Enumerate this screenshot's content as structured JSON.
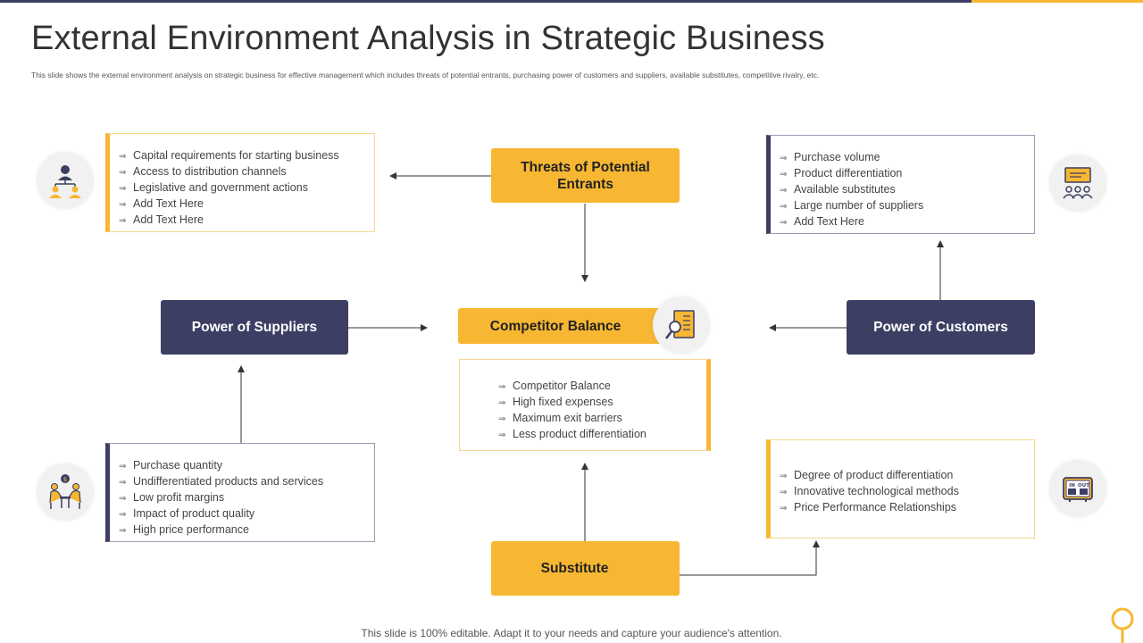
{
  "header": {
    "title": "External Environment Analysis in Strategic Business",
    "subtitle": "This slide shows the external environment analysis on strategic business for effective management which includes threats of potential entrants, purchasing power of customers and suppliers, available substitutes, competitive rivalry, etc."
  },
  "nodes": {
    "threats": "Threats of Potential Entrants",
    "competitor": "Competitor Balance",
    "suppliers": "Power of Suppliers",
    "customers": "Power of Customers",
    "substitute": "Substitute"
  },
  "lists": {
    "threats": [
      "Capital requirements for starting business",
      "Access to distribution channels",
      "Legislative and government  actions",
      "Add Text Here",
      "Add Text Here"
    ],
    "customers": [
      "Purchase volume",
      "Product differentiation",
      "Available substitutes",
      "Large number of suppliers",
      "Add Text Here"
    ],
    "competitor": [
      "Competitor Balance",
      "High fixed expenses",
      "Maximum exit barriers",
      "Less product differentiation"
    ],
    "suppliers": [
      "Purchase quantity",
      "Undifferentiated  products and services",
      "Low profit margins",
      "Impact of product quality",
      "High price performance"
    ],
    "substitute": [
      "Degree of product differentiation",
      "Innovative  technological methods",
      "Price Performance Relationships"
    ]
  },
  "bullet_glyph": "⇒",
  "icons": {
    "threats": "hierarchy-people-icon",
    "customers": "presentation-audience-icon",
    "competitor": "magnifier-document-icon",
    "suppliers": "negotiation-people-icon",
    "substitute": "in-out-counter-icon"
  },
  "colors": {
    "navy": "#3c3f63",
    "gold": "#f7b733"
  },
  "footer": "This slide is 100% editable. Adapt it to your needs and capture your audience's attention."
}
